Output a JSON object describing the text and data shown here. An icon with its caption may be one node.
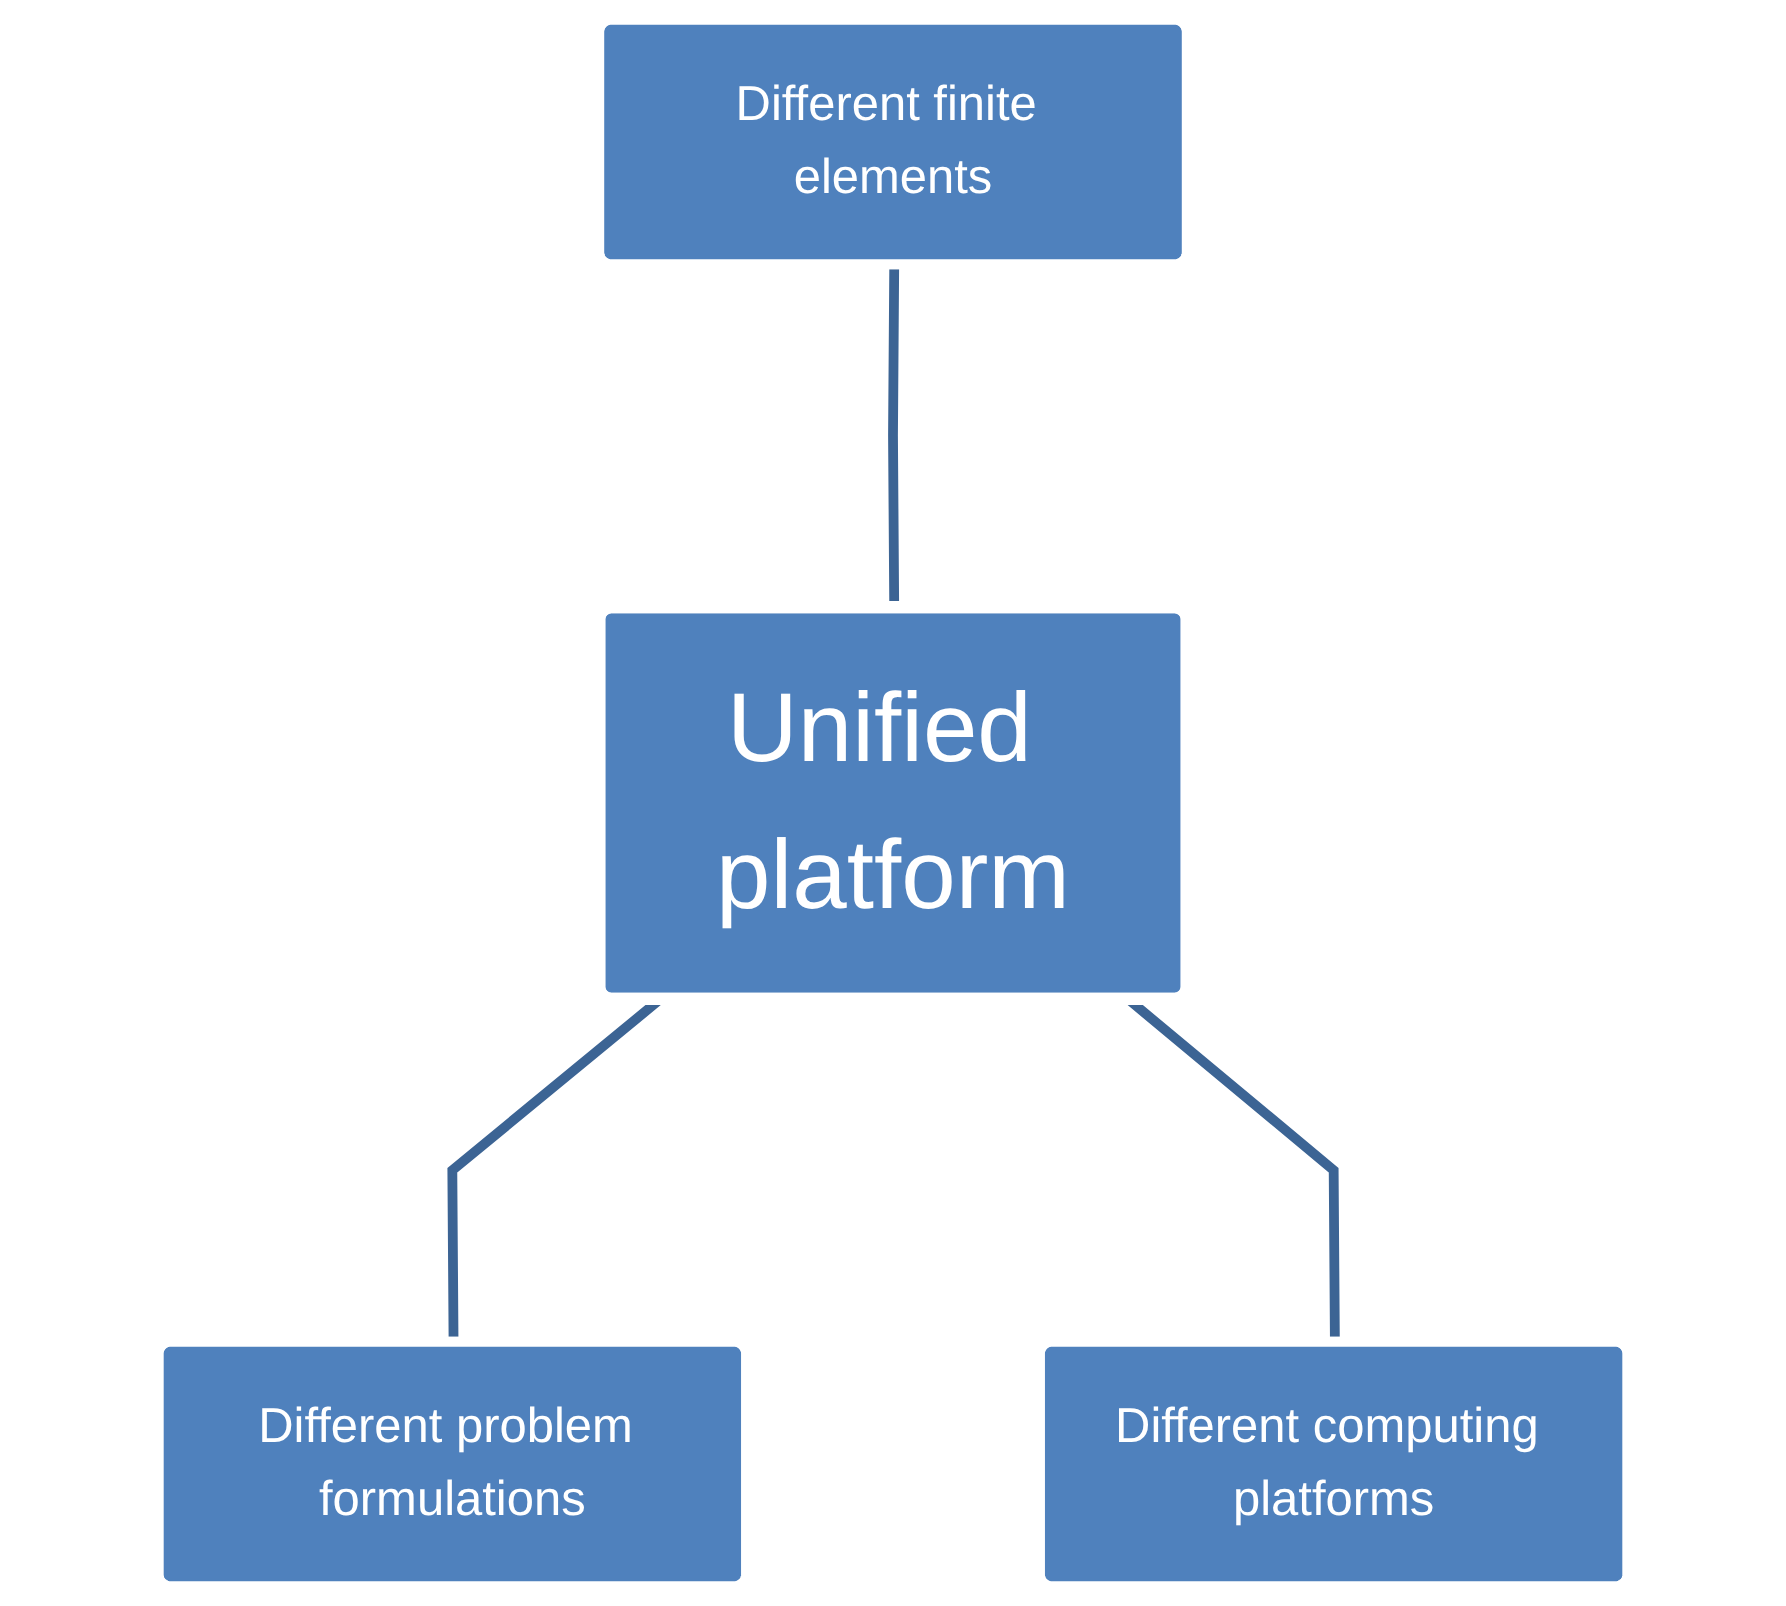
{
  "diagram": {
    "nodes": [
      {
        "text": [
          "Different finite elements"
        ]
      },
      {
        "text": [
          "Unified platform"
        ]
      },
      {
        "text": [
          "Different problem formulations"
        ]
      },
      {
        "text": [
          "Different computing platforms"
        ]
      }
    ],
    "edges": [
      {
        "from": 0,
        "to": 1,
        "arrow": "none"
      },
      {
        "from": 1,
        "to": 2,
        "arrow": "none"
      },
      {
        "from": 1,
        "to": 3,
        "arrow": "none"
      }
    ]
  }
}
